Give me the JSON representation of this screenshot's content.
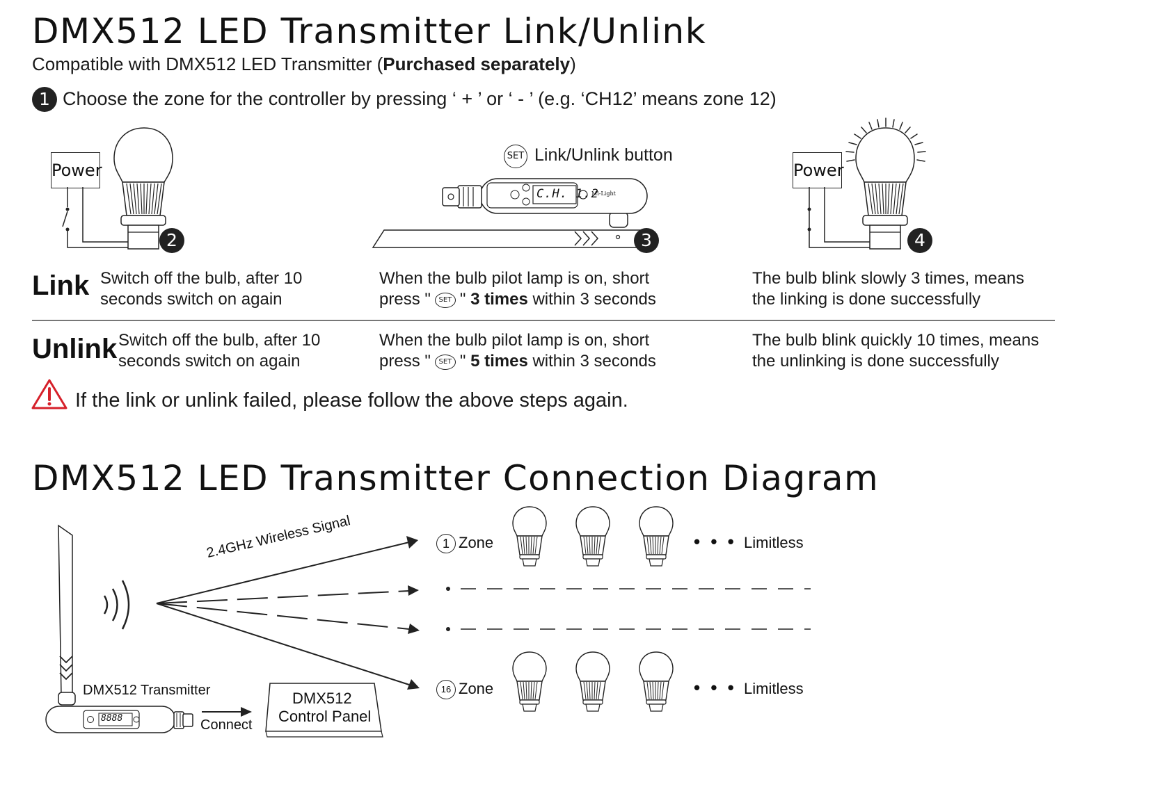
{
  "link_section": {
    "title": "DMX512 LED Transmitter Link/Unlink",
    "subtitle_prefix": "Compatible with DMX512 LED Transmitter (",
    "subtitle_bold": "Purchased separately",
    "subtitle_suffix": ")",
    "step1_number": "1",
    "step1_text": "Choose the zone for the controller by pressing ‘ + ’ or ‘ - ’  (e.g. ‘CH12’ means zone 12)",
    "power_label": "Power",
    "set_label": "SET",
    "link_unlink_button_label": "Link/Unlink button",
    "display_text": "C.H. 1.2",
    "brand_text": "Mi-Light",
    "step_badges": [
      "2",
      "3",
      "4"
    ],
    "link": {
      "label": "Link",
      "col1": [
        "Switch off the bulb, after 10",
        "seconds switch on again"
      ],
      "col2_line1": "When the bulb pilot lamp is on, short",
      "col2_press": "press \"",
      "col2_quote": "\"",
      "col2_bold": "3 times",
      "col2_tail": " within 3 seconds",
      "col3": [
        "The bulb blink slowly 3 times, means",
        "the linking is done successfully"
      ]
    },
    "unlink": {
      "label": "Unlink",
      "col1": [
        "Switch off the bulb, after 10",
        "seconds switch on again"
      ],
      "col2_line1": "When the bulb pilot lamp is on, short",
      "col2_press": "press \"",
      "col2_quote": "\"",
      "col2_bold": "5 times",
      "col2_tail": " within 3 seconds",
      "col3": [
        "The bulb blink quickly 10 times, means",
        "the unlinking is done successfully"
      ]
    },
    "warning_text": "If the link or unlink failed, please follow the above steps again."
  },
  "connection_section": {
    "title": "DMX512 LED Transmitter Connection Diagram",
    "signal_label": "2.4GHz Wireless Signal",
    "transmitter_label": "DMX512 Transmitter",
    "transmitter_display": "8888",
    "connect_label": "Connect",
    "panel_label_1": "DMX512",
    "panel_label_2": "Control Panel",
    "zone_first_number": "1",
    "zone_last_number": "16",
    "zone_word": "Zone",
    "limitless_label": "Limitless",
    "dots": "• • •"
  },
  "colors": {
    "ink": "#111111",
    "warning": "#d6202a",
    "divider": "#777777"
  }
}
